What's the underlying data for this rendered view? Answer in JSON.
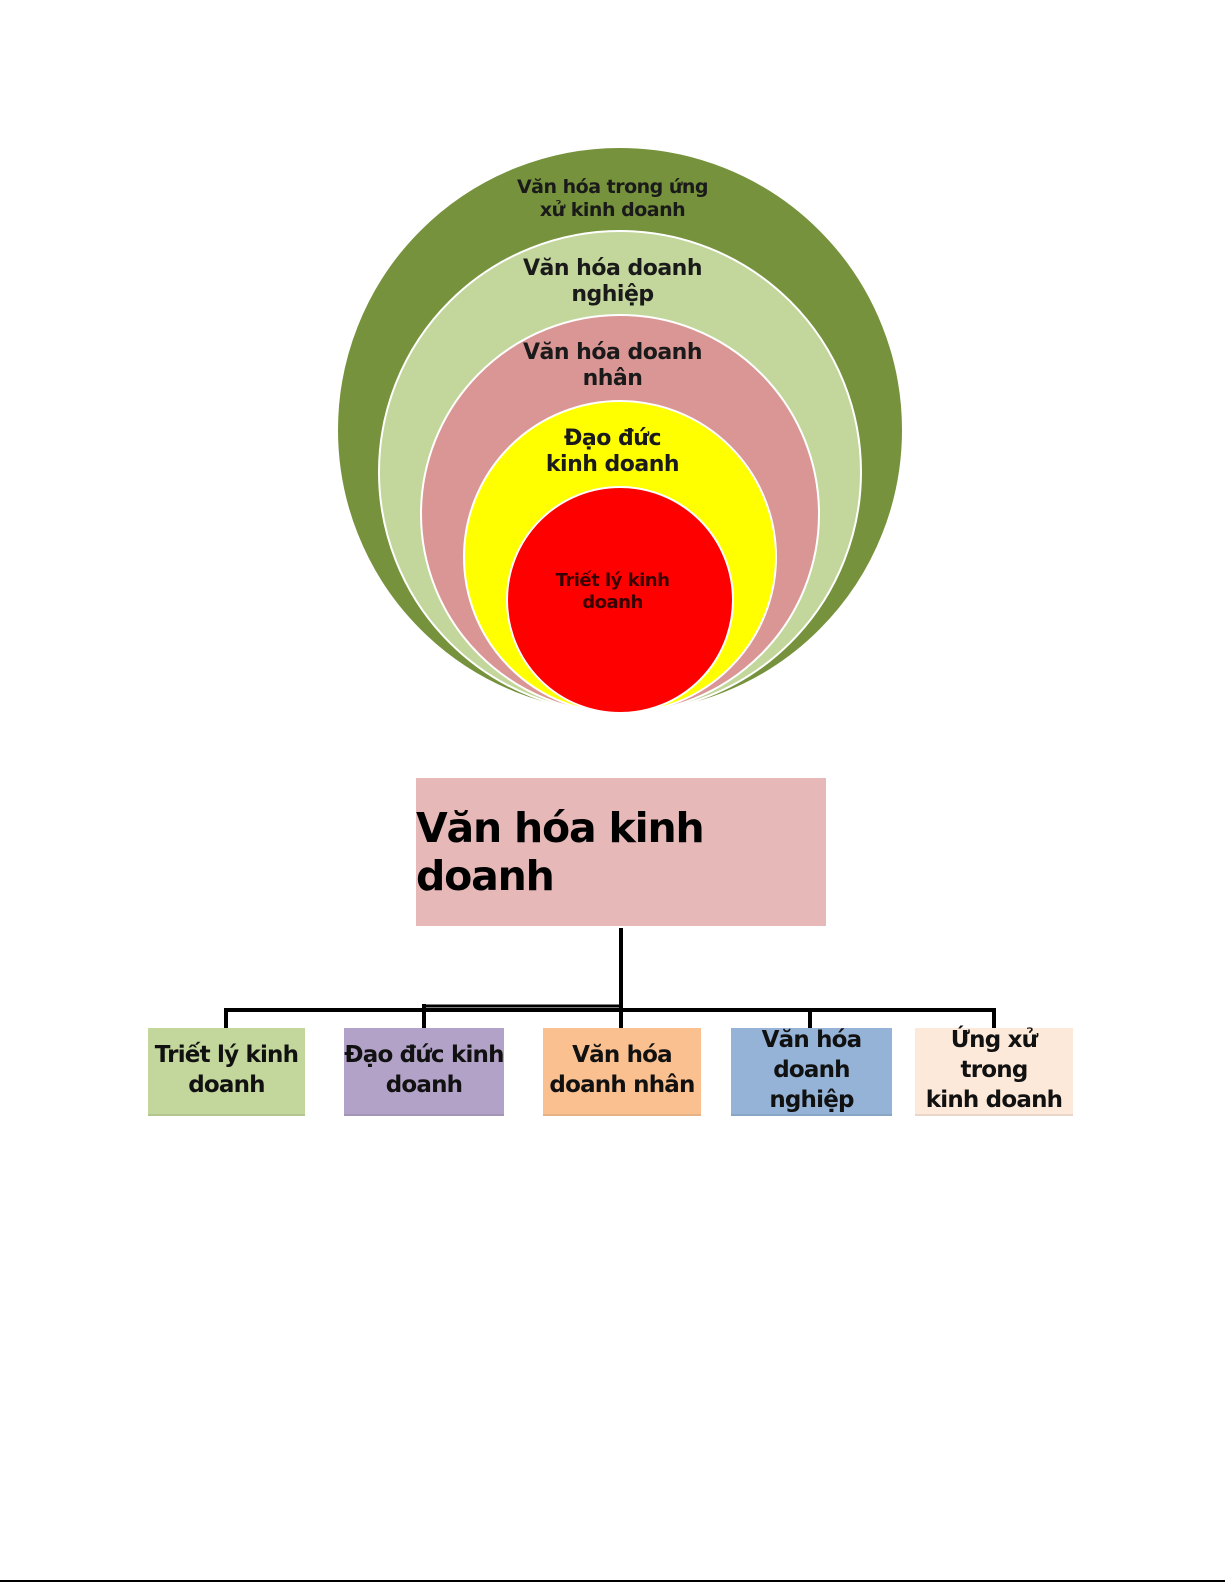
{
  "concentric": {
    "layers": [
      {
        "label": "Văn hóa trong ứng\nxử kinh doanh",
        "color": "#76923c"
      },
      {
        "label": "Văn hóa doanh\nnghiệp",
        "color": "#c3d69b"
      },
      {
        "label": "Văn hóa doanh\nnhân",
        "color": "#d99694"
      },
      {
        "label": "Đạo đức\nkinh doanh",
        "color": "#ffff00"
      },
      {
        "label": "Triết lý kinh\ndoanh",
        "color": "#ff0000"
      }
    ]
  },
  "org_chart": {
    "root": {
      "label": "Văn hóa kinh doanh",
      "color": "#e6b9b8"
    },
    "children": [
      {
        "label": "Triết lý kinh\ndoanh",
        "color": "#c3d69b"
      },
      {
        "label": "Đạo đức kinh\ndoanh",
        "color": "#b2a2c7"
      },
      {
        "label": "Văn hóa\ndoanh nhân",
        "color": "#fac090"
      },
      {
        "label": "Văn hóa\ndoanh nghiệp",
        "color": "#95b3d7"
      },
      {
        "label": "Ứng xử trong\nkinh doanh",
        "color": "#fde9d9"
      }
    ]
  }
}
